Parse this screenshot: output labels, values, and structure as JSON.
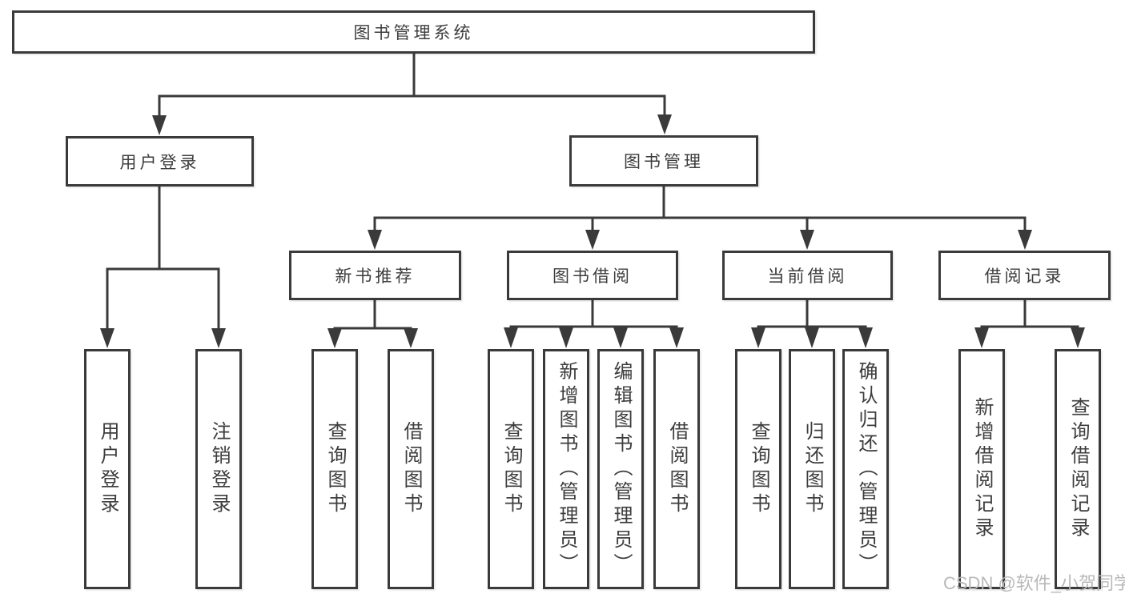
{
  "diagram": {
    "title": "图书管理系统",
    "branches": [
      {
        "label": "用户登录",
        "children": [
          {
            "label": "用户登录"
          },
          {
            "label": "注销登录"
          }
        ]
      },
      {
        "label": "图书管理",
        "children": [
          {
            "label": "新书推荐",
            "children": [
              {
                "label": "查询图书"
              },
              {
                "label": "借阅图书"
              }
            ]
          },
          {
            "label": "图书借阅",
            "children": [
              {
                "label": "查询图书"
              },
              {
                "label": "新增图书（管理员）"
              },
              {
                "label": "编辑图书（管理员）"
              },
              {
                "label": "借阅图书"
              }
            ]
          },
          {
            "label": "当前借阅",
            "children": [
              {
                "label": "查询图书"
              },
              {
                "label": "归还图书"
              },
              {
                "label": "确认归还（管理员）"
              }
            ]
          },
          {
            "label": "借阅记录",
            "children": [
              {
                "label": "新增借阅记录"
              },
              {
                "label": "查询借阅记录"
              }
            ]
          }
        ]
      }
    ]
  },
  "watermark": {
    "text": "CSDN @软件_小贺同学"
  },
  "colors": {
    "line": "#3a3a3a",
    "border": "#3a3a3a",
    "text": "#3d3d3d",
    "watermark": "#b9b9b9",
    "background": "#ffffff"
  }
}
